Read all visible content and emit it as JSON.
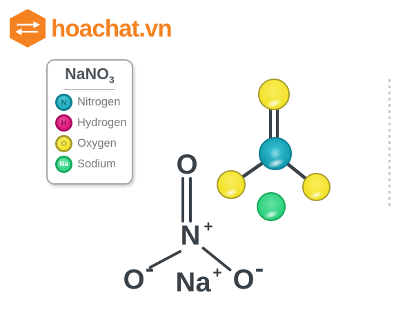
{
  "logo": {
    "text": "hoachat.vn",
    "icon": "swap-arrows-icon"
  },
  "legend": {
    "title": "NaNO",
    "title_subscript": "3",
    "items": [
      {
        "symbol": "N",
        "label": "Nitrogen",
        "color": "#22adc0"
      },
      {
        "symbol": "H",
        "label": "Hydrogen",
        "color": "#df1b7e"
      },
      {
        "symbol": "O",
        "label": "Oxygen",
        "color": "#f3e32c"
      },
      {
        "symbol": "Na",
        "label": "Sodium",
        "color": "#35d486"
      }
    ]
  },
  "structure": {
    "top": {
      "symbol": "O"
    },
    "center": {
      "symbol": "N",
      "charge": "+"
    },
    "left": {
      "symbol": "O",
      "charge": "-"
    },
    "right": {
      "symbol": "O",
      "charge": "-"
    },
    "cation": {
      "symbol": "Na",
      "charge": "+"
    },
    "bonds": [
      "N=O double bond (top)",
      "N-O single bond (lower left)",
      "N-O single bond (lower right)"
    ]
  },
  "model": {
    "spheres": [
      {
        "element": "Oxygen",
        "position": "top"
      },
      {
        "element": "Nitrogen",
        "position": "center"
      },
      {
        "element": "Oxygen",
        "position": "bottom-left"
      },
      {
        "element": "Oxygen",
        "position": "bottom-right"
      },
      {
        "element": "Sodium",
        "position": "below-center"
      }
    ]
  },
  "colors": {
    "accent": "#f58220",
    "ink": "#3a4248",
    "nitrogen": "#22adc0",
    "hydrogen": "#df1b7e",
    "oxygen": "#f3e32c",
    "sodium": "#35d486",
    "dotted": "#c6c6c6"
  }
}
